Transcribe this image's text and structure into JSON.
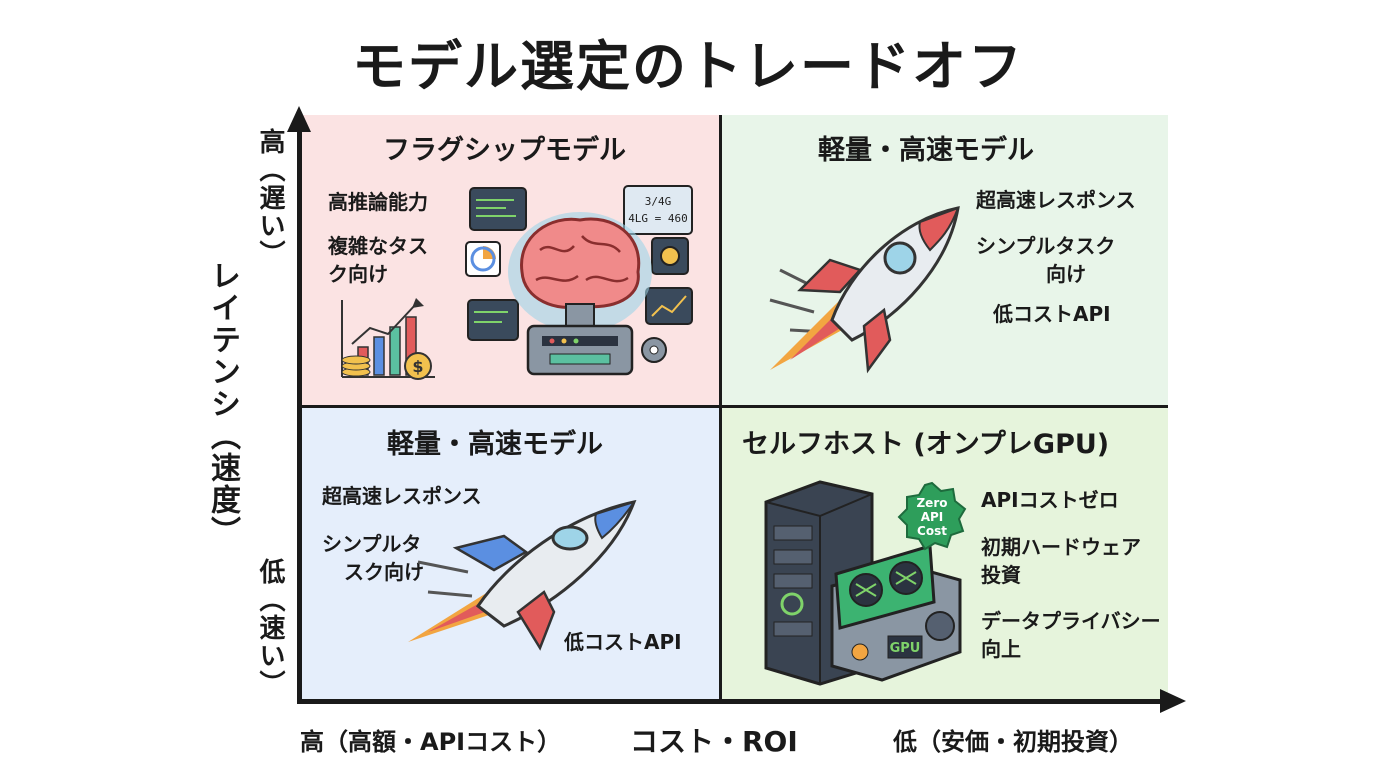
{
  "title": "モデル選定のトレードオフ",
  "axes": {
    "y_label": "レイテンシ（速度）",
    "y_high": "高（遅い）",
    "y_low": "低（速い）",
    "x_label": "コスト・ROI",
    "x_high": "高（高額・APIコスト）",
    "x_low": "低（安価・初期投資）"
  },
  "quadrants": {
    "top_left": {
      "title": "フラグシップモデル",
      "bullets": [
        "高推論能力",
        "複雑なタス",
        "ク向け"
      ],
      "icon": "brain-icon",
      "color": "#fbe3e3"
    },
    "top_right": {
      "title": "軽量・高速モデル",
      "bullets": [
        "超高速レスポンス",
        "シンプルタスク",
        "向け",
        "低コストAPI"
      ],
      "icon": "rocket-icon",
      "color": "#e8f5e9"
    },
    "bottom_left": {
      "title": "軽量・高速モデル",
      "bullets": [
        "超高速レスポンス",
        "シンプルタ",
        "スク向け",
        "低コストAPI"
      ],
      "icon": "rocket-icon",
      "color": "#e5eefb"
    },
    "bottom_right": {
      "title": "セルフホスト (オンプレGPU)",
      "bullets": [
        "APIコストゼロ",
        "初期ハードウェア",
        "投資",
        "データプライバシー",
        "向上"
      ],
      "badge": [
        "Zero",
        "API",
        "Cost"
      ],
      "gpu_label": "GPU",
      "icon": "server-icon",
      "color": "#e6f4dc"
    }
  },
  "illustration_text": {
    "monitor_top_right": [
      "3/4G",
      "4LG = 460"
    ],
    "dollar": "$"
  }
}
